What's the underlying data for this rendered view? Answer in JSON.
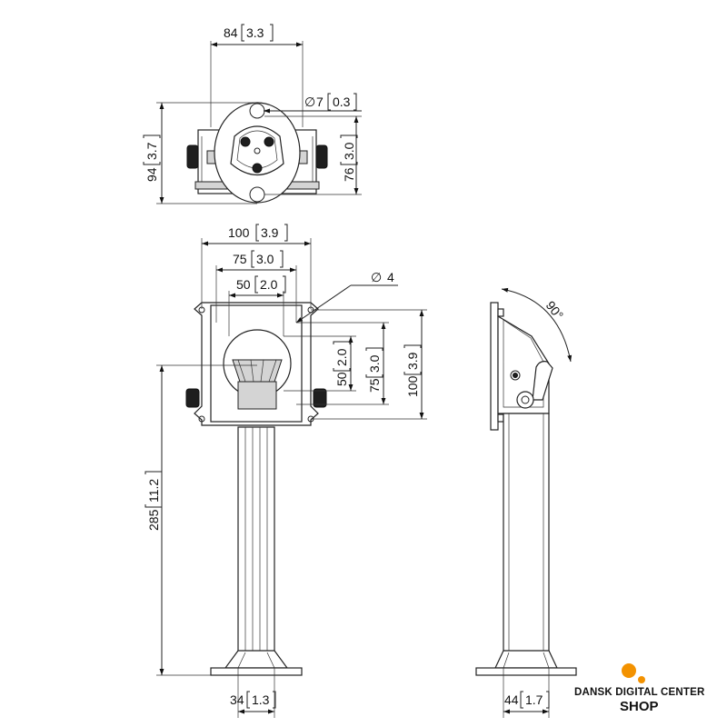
{
  "drawing": {
    "top_view": {
      "width": "84",
      "width_in": "3.3",
      "hole": "7",
      "hole_in": "0.3",
      "height": "94",
      "height_in": "3.7",
      "pitch": "76",
      "pitch_in": "3.0"
    },
    "front_view": {
      "vesa_100": "100",
      "vesa_100_in": "3.9",
      "vesa_75": "75",
      "vesa_75_in": "3.0",
      "vesa_50": "50",
      "vesa_50_in": "2.0",
      "hole": "4",
      "height": "285",
      "height_in": "11.2",
      "base": "34",
      "base_in": "1.3"
    },
    "side_view": {
      "angle": "90°",
      "base": "44",
      "base_in": "1.7"
    },
    "diameter_symbol": "∅"
  },
  "logo": {
    "line1": "DANSK DIGITAL CENTER",
    "line2": "SHOP",
    "color": "#f39200"
  }
}
